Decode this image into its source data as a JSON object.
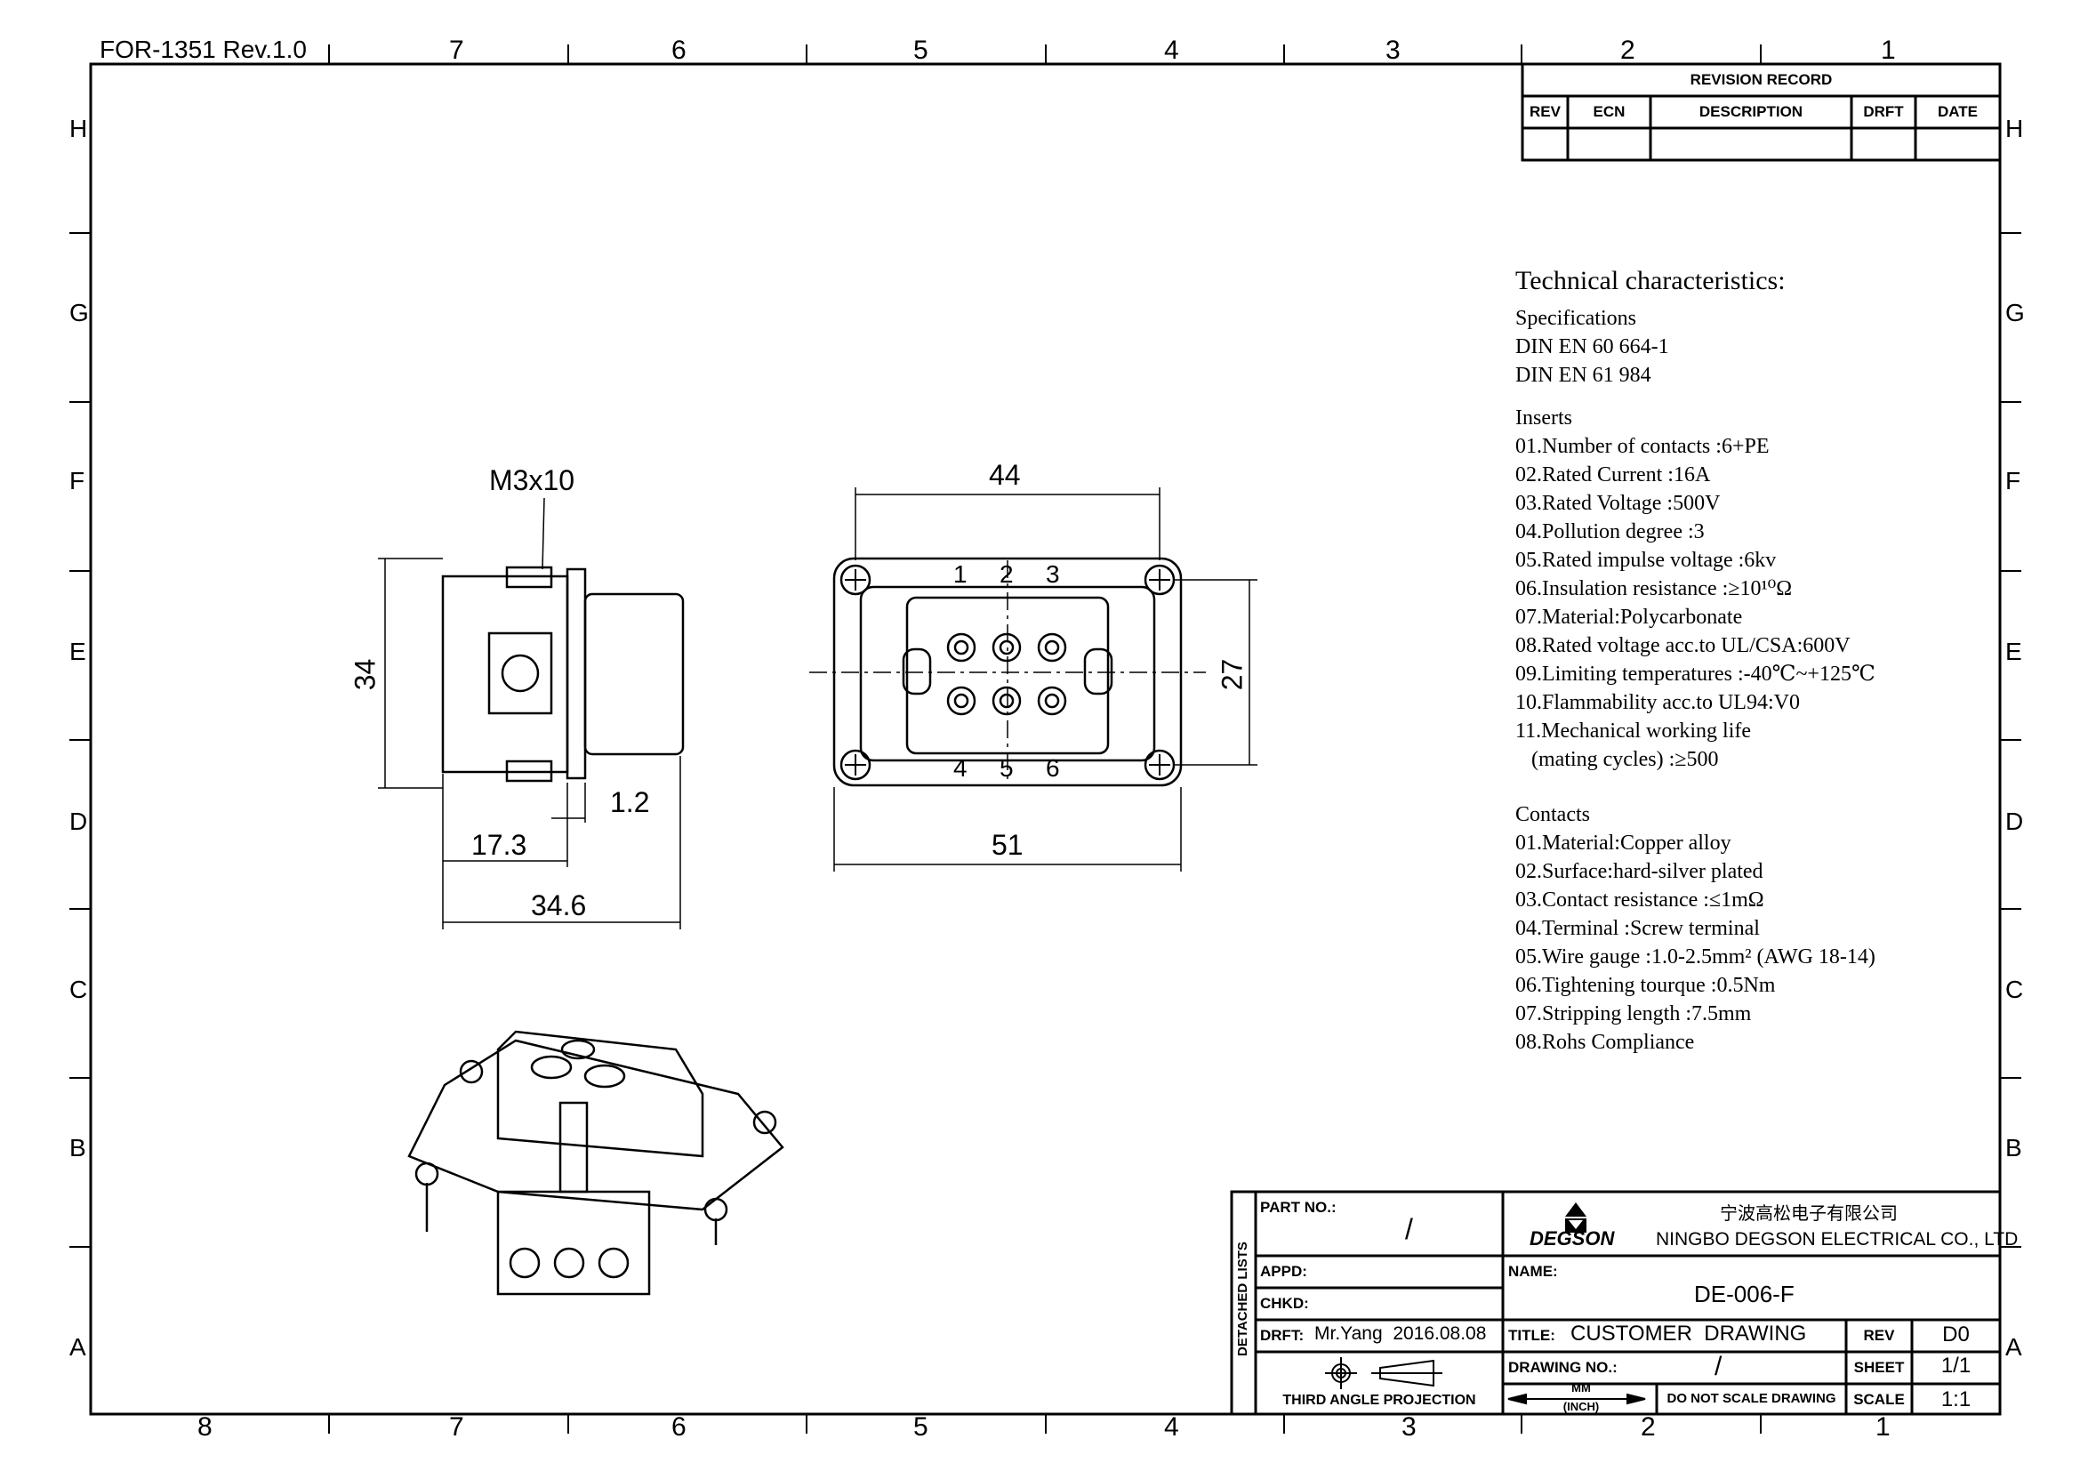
{
  "form_id": "FOR-1351  Rev.1.0",
  "columns_top": [
    "7",
    "6",
    "5",
    "4",
    "3",
    "2",
    "1"
  ],
  "columns_bottom": [
    "8",
    "7",
    "6",
    "5",
    "4",
    "3",
    "2",
    "1"
  ],
  "rows": [
    "H",
    "G",
    "F",
    "E",
    "D",
    "C",
    "B",
    "A"
  ],
  "revision": {
    "title": "REVISION RECORD",
    "headers": [
      "REV",
      "ECN",
      "DESCRIPTION",
      "DRFT",
      "DATE"
    ]
  },
  "tech": {
    "title": "Technical characteristics:",
    "specs_heading": "Specifications",
    "specs": [
      "DIN EN 60 664-1",
      "DIN EN 61 984"
    ],
    "inserts_heading": "Inserts",
    "inserts": [
      "01.Number of contacts :6+PE",
      "02.Rated Current :16A",
      "03.Rated Voltage :500V",
      "04.Pollution degree :3",
      "05.Rated impulse voltage :6kv",
      "06.Insulation resistance :≥10¹⁰Ω",
      "07.Material:Polycarbonate",
      "08.Rated voltage acc.to UL/CSA:600V",
      "09.Limiting temperatures  :-40℃~+125℃",
      "10.Flammability acc.to UL94:V0",
      "11.Mechanical working life",
      "   (mating cycles) :≥500"
    ],
    "contacts_heading": "Contacts",
    "contacts": [
      "01.Material:Copper alloy",
      "02.Surface:hard-silver plated",
      "03.Contact resistance :≤1mΩ",
      "04.Terminal :Screw terminal",
      "05.Wire gauge :1.0-2.5mm² (AWG 18-14)",
      "06.Tightening tourque :0.5Nm",
      "07.Stripping length :7.5mm",
      "08.Rohs Compliance"
    ]
  },
  "dims": {
    "screw": "M3x10",
    "w44": "44",
    "h34": "34",
    "h27": "27",
    "d12": "1.2",
    "d173": "17.3",
    "d346": "34.6",
    "w51": "51",
    "pins": [
      "1",
      "2",
      "3",
      "4",
      "5",
      "6"
    ]
  },
  "titleblock": {
    "detached": "DETACHED LISTS",
    "part_no_label": "PART NO.:",
    "part_no": "/",
    "brand": "DEGSON",
    "company_cn": "宁波高松电子有限公司",
    "company_en": "NINGBO DEGSON ELECTRICAL CO., LTD",
    "appd_label": "APPD:",
    "chkd_label": "CHKD:",
    "name_label": "NAME:",
    "name": "DE-006-F",
    "drft_label": "DRFT:",
    "drft": "Mr.Yang  2016.08.08",
    "title_label": "TITLE:",
    "title": "CUSTOMER  DRAWING",
    "rev_label": "REV",
    "rev": "D0",
    "drawing_no_label": "DRAWING NO.:",
    "drawing_no": "/",
    "sheet_label": "SHEET",
    "sheet": "1/1",
    "projection": "THIRD  ANGLE  PROJECTION",
    "units_mm": "MM",
    "units_inch": "(INCH)",
    "no_scale": "DO NOT SCALE DRAWING",
    "scale_label": "SCALE",
    "scale": "1:1"
  }
}
